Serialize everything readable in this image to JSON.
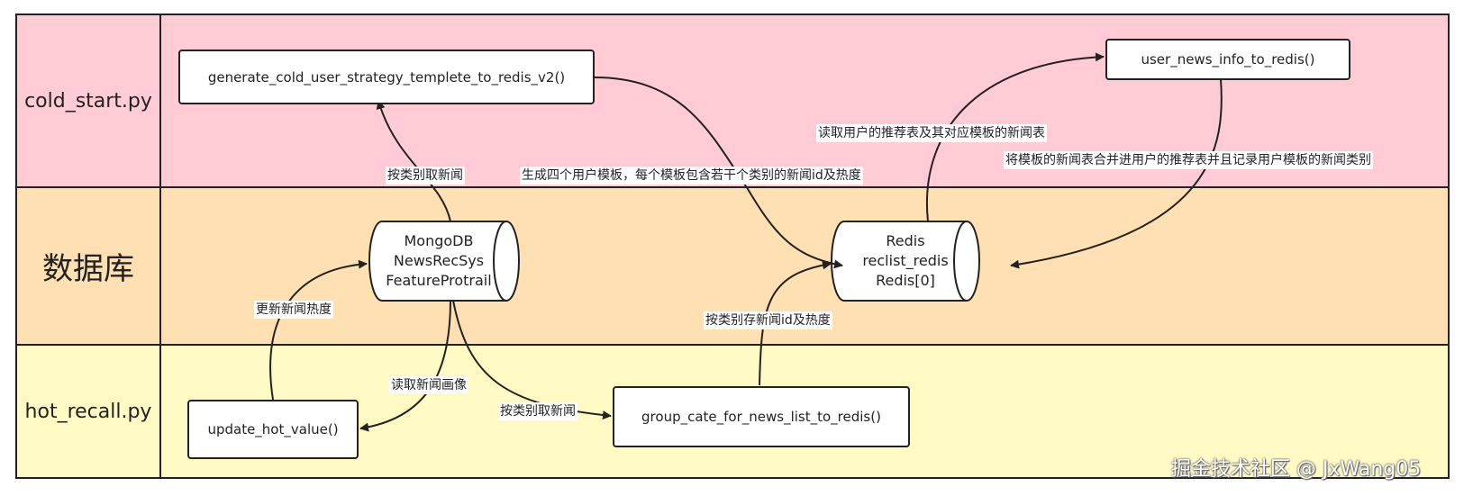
{
  "lanes": {
    "cold_start": {
      "label": "cold_start.py",
      "color": "#ffccd5"
    },
    "database": {
      "label": "数据库",
      "color": "#ffe0b2"
    },
    "hot_recall": {
      "label": "hot_recall.py",
      "color": "#fff9c4"
    }
  },
  "nodes": {
    "generate": "generate_cold_user_strategy_templete_to_redis_v2()",
    "user_news_info": "user_news_info_to_redis()",
    "update_hot": "update_hot_value()",
    "group_cate": "group_cate_for_news_list_to_redis()",
    "mongodb": [
      "MongoDB",
      "NewsRecSys",
      "FeatureProtrail"
    ],
    "redis": [
      "Redis",
      "reclist_redis",
      "Redis[0]"
    ]
  },
  "edge_labels": {
    "fetch_by_category_top": "按类别取新闻",
    "generate_templates": "生成四个用户模板，每个模板包含若干个类别的新闻id及热度",
    "read_user_rec": "读取用户的推荐表及其对应模板的新闻表",
    "merge_templates": "将模板的新闻表合并进用户的推荐表并且记录用户模板的新闻类别",
    "update_hotness": "更新新闻热度",
    "read_profile": "读取新闻画像",
    "fetch_by_category_bottom": "按类别取新闻",
    "store_by_category": "按类别存新闻id及热度"
  },
  "watermark": "掘金技术社区 @ JxWang05"
}
